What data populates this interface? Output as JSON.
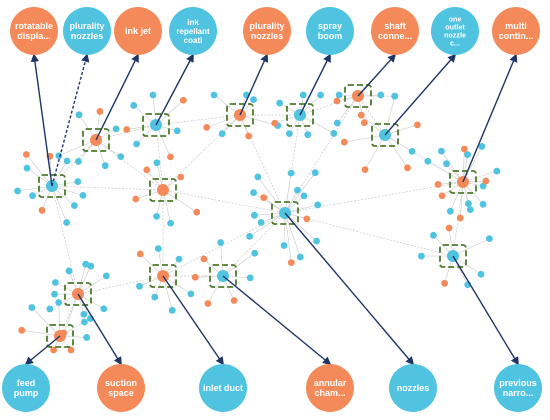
{
  "colors": {
    "blue": "#4fc3e0",
    "orange": "#f48a5a",
    "edge": "#c9c9c9",
    "arrow": "#1f3566",
    "box": "#4f7a2e"
  },
  "callouts": {
    "top": [
      {
        "id": "rotatable",
        "color": "orange",
        "lines": [
          "rotatable",
          "displa..."
        ]
      },
      {
        "id": "plurality-nozzles-1",
        "color": "blue",
        "lines": [
          "plurality",
          "nozzles"
        ]
      },
      {
        "id": "ink-jet",
        "color": "orange",
        "lines": [
          "ink jet"
        ]
      },
      {
        "id": "ink-repellant",
        "color": "blue",
        "lines": [
          "ink",
          "repellant",
          "coati"
        ]
      },
      {
        "id": "plurality-nozzles-2",
        "color": "orange",
        "lines": [
          "plurality",
          "nozzles"
        ]
      },
      {
        "id": "spray-boom",
        "color": "blue",
        "lines": [
          "spray",
          "boom"
        ]
      },
      {
        "id": "shaft",
        "color": "orange",
        "lines": [
          "shaft",
          "conne..."
        ]
      },
      {
        "id": "one-outlet",
        "color": "blue",
        "lines": [
          "one",
          "outlet",
          "nozzle",
          "c..."
        ]
      },
      {
        "id": "multi",
        "color": "orange",
        "lines": [
          "multi",
          "contin..."
        ]
      }
    ],
    "bottom": [
      {
        "id": "feed-pump",
        "color": "blue",
        "lines": [
          "feed",
          "pump"
        ]
      },
      {
        "id": "suction-space",
        "color": "orange",
        "lines": [
          "suction",
          "space"
        ]
      },
      {
        "id": "inlet-duct",
        "color": "blue",
        "lines": [
          "inlet duct"
        ]
      },
      {
        "id": "annular",
        "color": "orange",
        "lines": [
          "annular",
          "cham..."
        ]
      },
      {
        "id": "nozzles",
        "color": "blue",
        "lines": [
          "nozzles"
        ]
      },
      {
        "id": "previous",
        "color": "blue",
        "lines": [
          "previous",
          "narro..."
        ]
      }
    ]
  }
}
